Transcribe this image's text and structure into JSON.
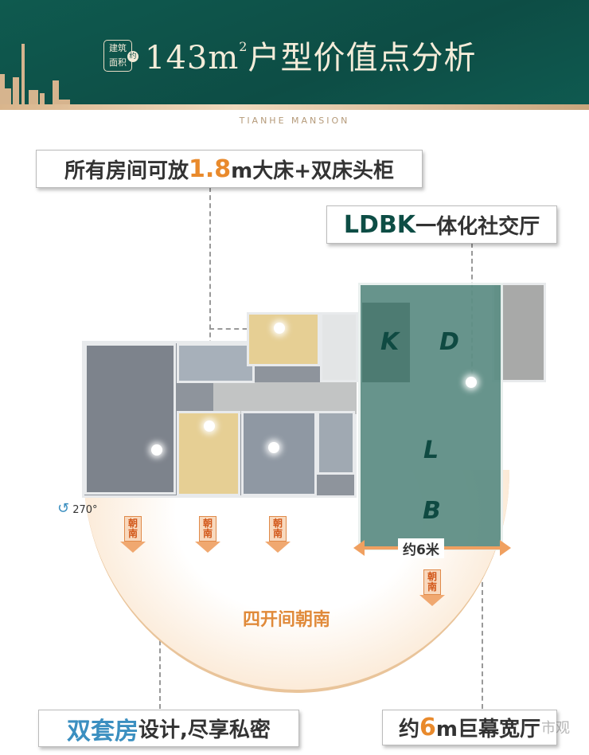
{
  "header": {
    "badge_top": "建筑",
    "badge_bottom": "面积",
    "badge_approx": "约",
    "area": "143m",
    "area_sup": "2",
    "title": "户型价值点分析",
    "brand": "TIANHE MANSION"
  },
  "callouts": {
    "beds": {
      "pre": "所有房间可放",
      "num": "1.8",
      "post": "m大床+双床头柜"
    },
    "ldbk": {
      "pre": "LDBK",
      "post": "一体化社交厅"
    },
    "suite": {
      "pre": "双套房",
      "post": "设计,尽享私密"
    },
    "hall": {
      "pre": "约",
      "num": "6",
      "post": "m巨幕宽厅"
    }
  },
  "plan": {
    "letters": [
      "K",
      "D",
      "L",
      "B"
    ],
    "width_label": "约6米",
    "rotation": "270°",
    "facing": "朝南",
    "south_label": "四开间朝南"
  },
  "watermark": "市观",
  "colors": {
    "teal": "#0d4d45",
    "orange": "#e98a2c",
    "blue": "#3b8fc0"
  }
}
